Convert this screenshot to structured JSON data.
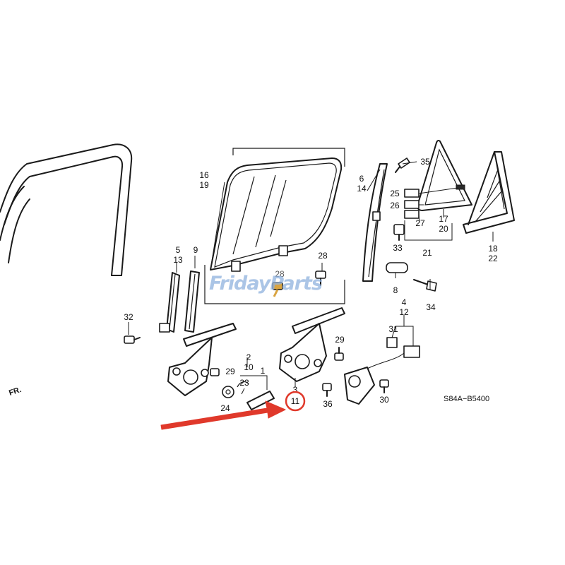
{
  "callouts": {
    "c16": "16",
    "c19": "19",
    "c6": "6",
    "c14": "14",
    "c35": "35",
    "c25": "25",
    "c26": "26",
    "c27": "27",
    "c17": "17",
    "c20": "20",
    "c21": "21",
    "c33": "33",
    "c18": "18",
    "c22": "22",
    "c5": "5",
    "c13": "13",
    "c9": "9",
    "c28a": "28",
    "c28b": "28",
    "c8": "8",
    "c34": "34",
    "c4": "4",
    "c12": "12",
    "c31": "31",
    "c32": "32",
    "c29a": "29",
    "c29b": "29",
    "c2": "2",
    "c10": "10",
    "c1": "1",
    "c23": "23",
    "c24": "24",
    "c3": "3",
    "c11": "11",
    "c36": "36",
    "c30": "30"
  },
  "diagram_code": "S84A−B5400",
  "front_marker": "FR.",
  "watermark": "FridayParts",
  "highlight": {
    "target": "11",
    "color": "#e0392b"
  }
}
